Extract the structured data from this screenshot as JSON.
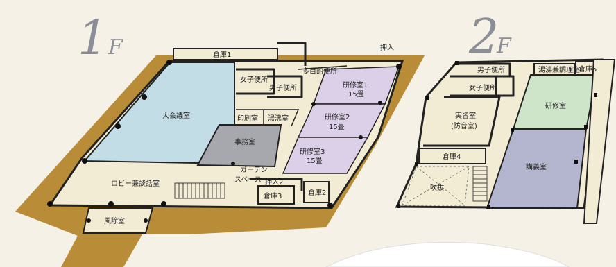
{
  "floor1": {
    "big_number": "1",
    "big_suffix": "F",
    "rooms": {
      "storage1": "倉庫1",
      "closet_top": "押入",
      "womens_restroom": "女子便所",
      "mens_restroom": "男子便所",
      "multipurpose_restroom": "多目的便所",
      "training_room1": "研修室1",
      "training_room1_size": "15畳",
      "conference_hall": "大会議室",
      "print_room": "印刷室",
      "kitchenette": "湯沸室",
      "office": "事務室",
      "training_room2": "研修室2",
      "training_room2_size": "15畳",
      "training_room3": "研修室3",
      "training_room3_size": "15畳",
      "lobby": "ロビー兼談話室",
      "garden_space_1": "ガーデン",
      "garden_space_2": "スペース",
      "closet2": "押入2",
      "storage2": "倉庫2",
      "storage3": "倉庫3",
      "windbreak_room": "風除室"
    }
  },
  "floor2": {
    "big_number": "2",
    "big_suffix": "F",
    "rooms": {
      "mens_restroom": "男子便所",
      "kitchen_cooking_room": "湯沸兼調理室",
      "storage5": "倉庫5",
      "womens_restroom": "女子便所",
      "training_room": "研修室",
      "practice_room": "実習室",
      "practice_room_sub": "(防音室)",
      "storage4": "倉庫4",
      "lecture_room": "講義室",
      "atrium": "吹抜"
    }
  },
  "colors": {
    "background": "#f5f1e6",
    "terrace_brown": "#b98c37",
    "floor_cream": "#f3ecd4",
    "conference_blue": "#c2dde6",
    "office_gray": "#a7a8ae",
    "training_purple": "#dcd0e8",
    "training_green": "#cfe5c9",
    "lecture_lavender": "#b4b5cf",
    "big_numeral_gray": "#8b8e96"
  }
}
